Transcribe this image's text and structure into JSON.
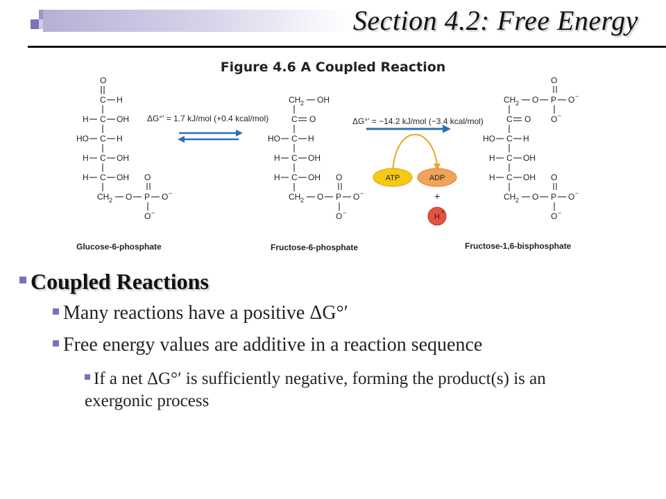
{
  "slide": {
    "title": "Section 4.2: Free Energy",
    "accent_color": "#7b72b8"
  },
  "figure": {
    "caption": "Figure 4.6 A Coupled Reaction",
    "molecules": [
      {
        "name": "Glucose-6-phosphate"
      },
      {
        "name": "Fructose-6-phosphate"
      },
      {
        "name": "Fructose-1,6-bisphosphate"
      }
    ],
    "reaction1_dg": "ΔG°′ = 1.7 kJ/mol (+0.4 kcal/mol)",
    "reaction2_dg": "ΔG°′ = −14.2 kJ/mol (−3.4 kcal/mol)",
    "atp_label": "ATP",
    "adp_label": "ADP",
    "plus": "+",
    "proton": "H",
    "proton_charge": "+"
  },
  "bullets": {
    "heading": "Coupled Reactions",
    "item1": "Many reactions have a positive ΔG°′",
    "item2": "Free energy values are additive in a reaction sequence",
    "sub1": "If a net ΔG°′ is sufficiently negative, forming the product(s) is an exergonic process"
  }
}
